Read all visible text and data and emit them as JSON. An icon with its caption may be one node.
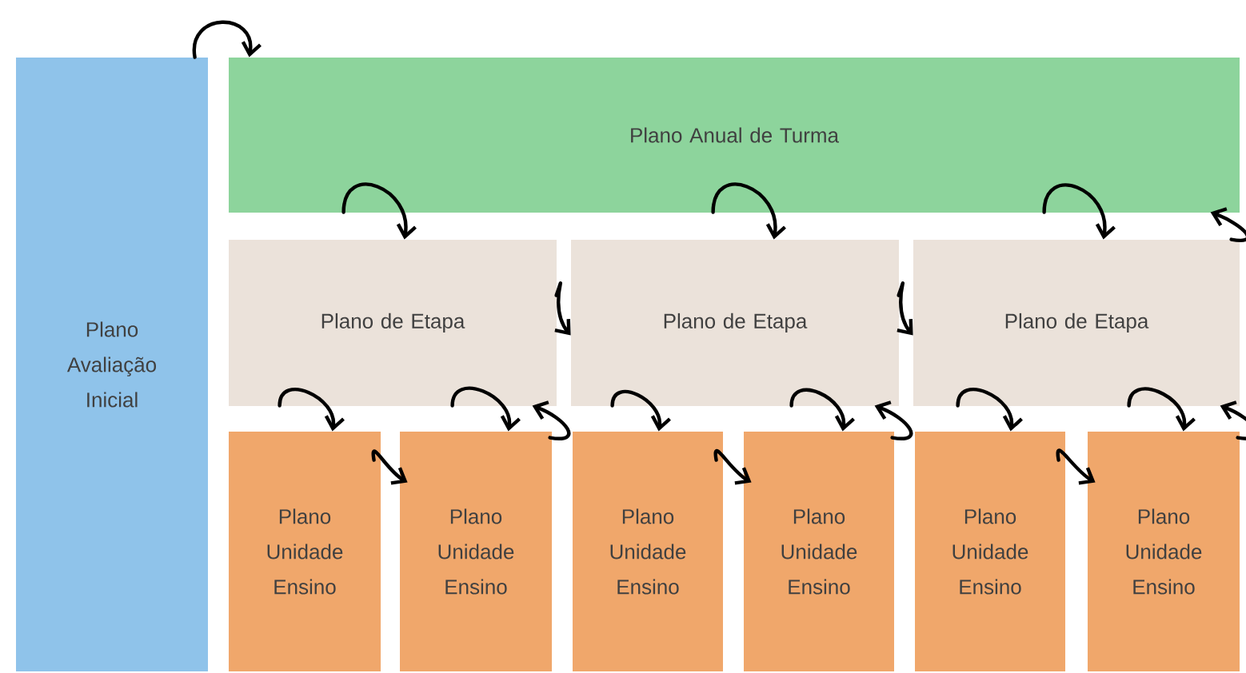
{
  "diagram": {
    "nodes": [
      {
        "text": [
          "Plano Avaliação Inicial"
        ]
      },
      {
        "text": [
          "Plano Anual de Turma"
        ]
      },
      {
        "text": [
          "Plano de Etapa"
        ]
      },
      {
        "text": [
          "Plano de Etapa"
        ]
      },
      {
        "text": [
          "Plano de Etapa"
        ]
      },
      {
        "text": [
          "Plano Unidade Ensino"
        ]
      },
      {
        "text": [
          "Plano Unidade Ensino"
        ]
      },
      {
        "text": [
          "Plano Unidade Ensino"
        ]
      },
      {
        "text": [
          "Plano Unidade Ensino"
        ]
      },
      {
        "text": [
          "Plano Unidade Ensino"
        ]
      },
      {
        "text": [
          "Plano Unidade Ensino"
        ]
      }
    ],
    "edges": [
      {
        "from": 0,
        "to": 1,
        "arrow": "to"
      },
      {
        "from": 1,
        "to": 2,
        "arrow": "to"
      },
      {
        "from": 1,
        "to": 3,
        "arrow": "to"
      },
      {
        "from": 1,
        "to": 4,
        "arrow": "to"
      },
      {
        "from": 4,
        "to": 1,
        "arrow": "to"
      },
      {
        "from": 2,
        "to": 3,
        "arrow": "to"
      },
      {
        "from": 3,
        "to": 4,
        "arrow": "to"
      },
      {
        "from": 2,
        "to": 5,
        "arrow": "to"
      },
      {
        "from": 2,
        "to": 6,
        "arrow": "to"
      },
      {
        "from": 6,
        "to": 2,
        "arrow": "to"
      },
      {
        "from": 3,
        "to": 7,
        "arrow": "to"
      },
      {
        "from": 3,
        "to": 8,
        "arrow": "to"
      },
      {
        "from": 8,
        "to": 3,
        "arrow": "to"
      },
      {
        "from": 4,
        "to": 9,
        "arrow": "to"
      },
      {
        "from": 4,
        "to": 10,
        "arrow": "to"
      },
      {
        "from": 10,
        "to": 4,
        "arrow": "to"
      },
      {
        "from": 5,
        "to": 6,
        "arrow": "to"
      },
      {
        "from": 7,
        "to": 8,
        "arrow": "to"
      },
      {
        "from": 9,
        "to": 10,
        "arrow": "to"
      }
    ]
  }
}
